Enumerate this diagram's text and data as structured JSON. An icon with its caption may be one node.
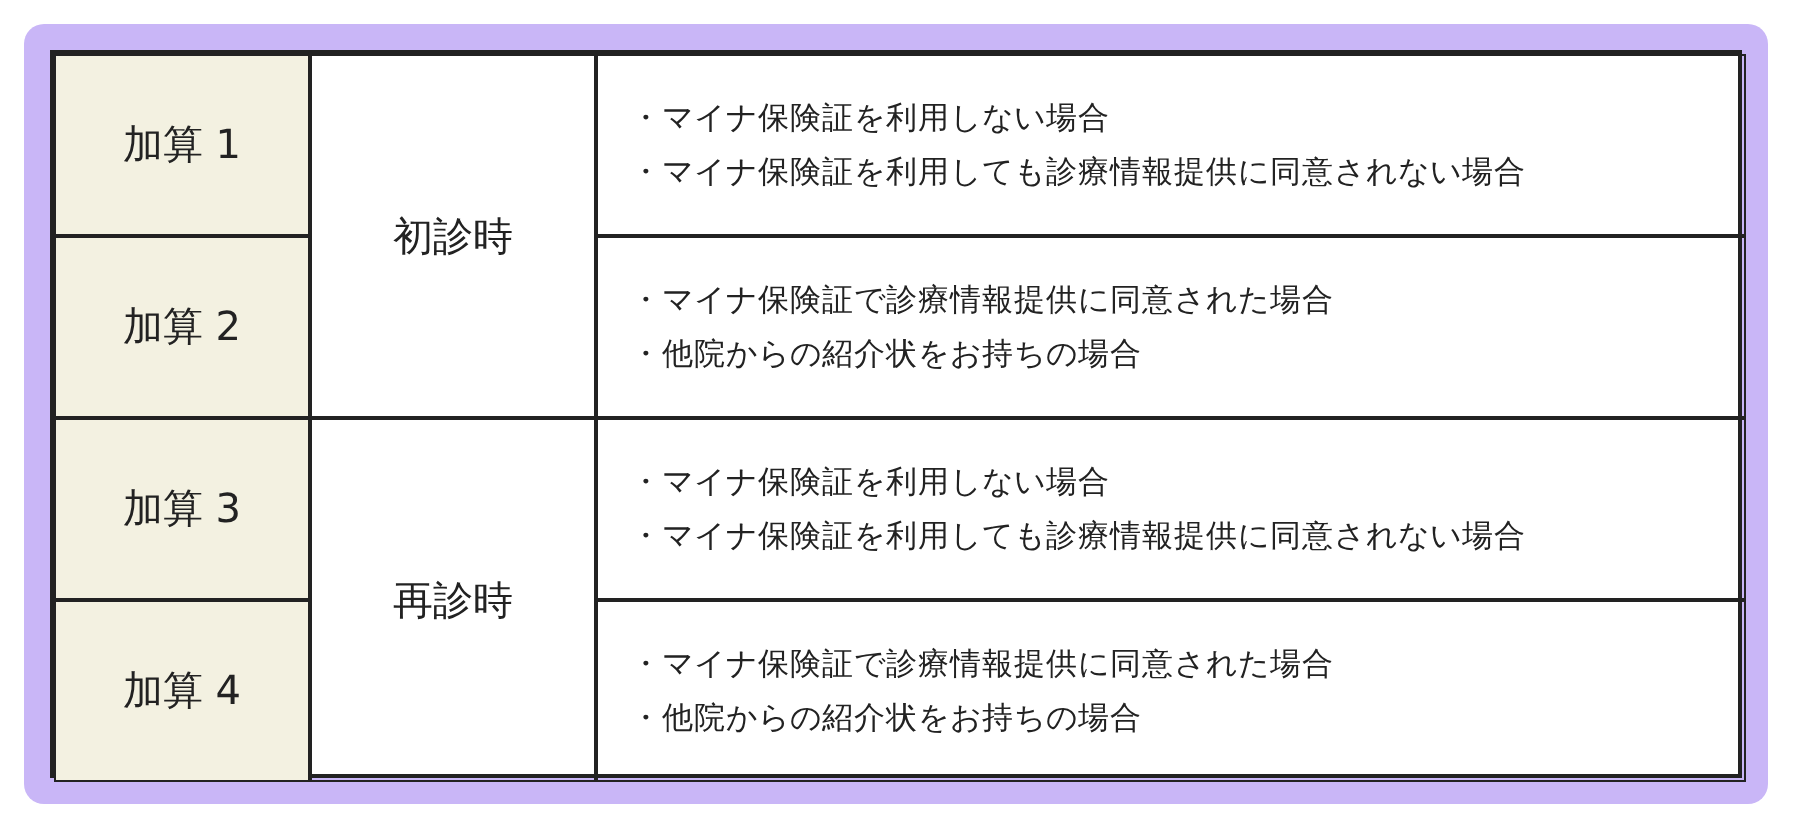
{
  "diagram": {
    "labels": [
      "加算 1",
      "初診時",
      "・マイナ保険証を利用しない場合",
      "・マイナ保険証を利用しても診療情報提供に同意されない場合",
      "加算 2",
      "・マイナ保険証で診療情報提供に同意された場合",
      "・他院からの紹介状をお持ちの場合",
      "加算 3",
      "再診時",
      "・マイナ保険証を利用しない場合",
      "・マイナ保険証を利用しても診療情報提供に同意されない場合",
      "加算 4",
      "・マイナ保険証で診療情報提供に同意された場合",
      "・他院からの紹介状をお持ちの場合"
    ]
  }
}
